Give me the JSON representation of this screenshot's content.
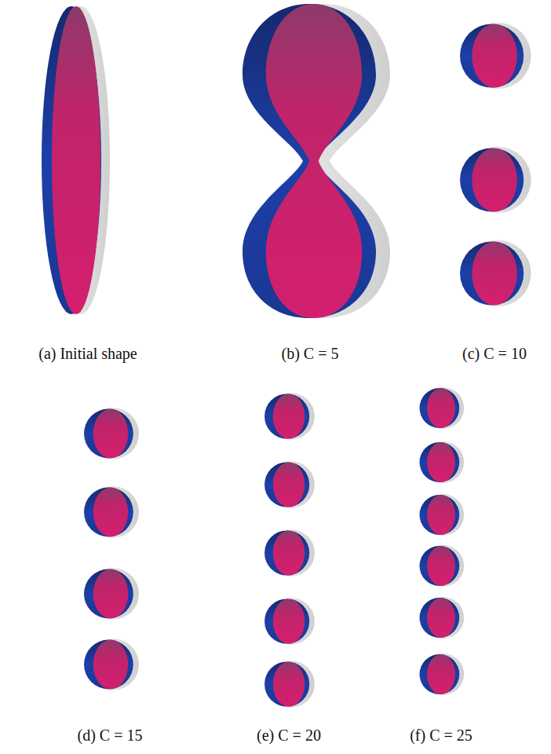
{
  "diagram": {
    "labels": [
      "(a) Initial shape",
      "(b) C = 5",
      "(c) C = 10",
      "(d) C = 15",
      "(e) C = 20",
      "(f) C = 25"
    ]
  }
}
